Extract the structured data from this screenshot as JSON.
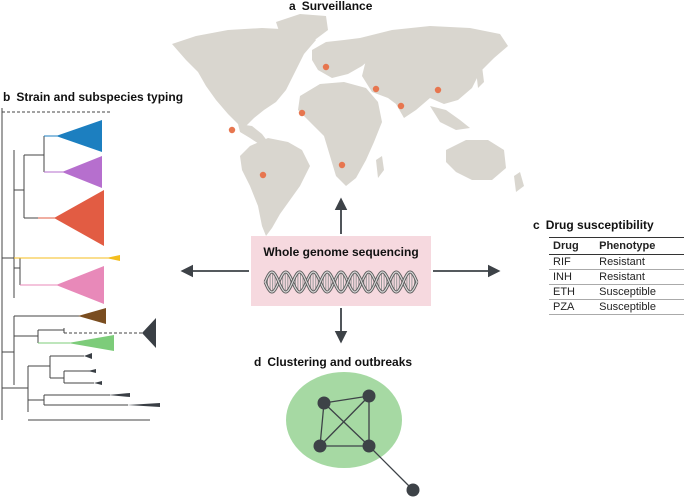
{
  "panels": {
    "a": {
      "letter": "a",
      "title": "Surveillance"
    },
    "b": {
      "letter": "b",
      "title": "Strain and subspecies typing"
    },
    "c": {
      "letter": "c",
      "title": "Drug susceptibility"
    },
    "d": {
      "letter": "d",
      "title": "Clustering and outbreaks"
    }
  },
  "center": {
    "title": "Whole genome sequencing"
  },
  "drug_table": {
    "headers": [
      "Drug",
      "Phenotype"
    ],
    "rows": [
      [
        "RIF",
        "Resistant"
      ],
      [
        "INH",
        "Resistant"
      ],
      [
        "ETH",
        "Susceptible"
      ],
      [
        "PZA",
        "Susceptible"
      ]
    ]
  },
  "colors": {
    "map_land": "#d9d6cf",
    "map_dot": "#e7764f",
    "wgs_box": "#f6d9df",
    "cluster_fill": "#a6d9a3",
    "node": "#3d4247",
    "arrow": "#3d4247",
    "clade_blue": "#1c7fc0",
    "clade_purple": "#b66fce",
    "clade_red": "#e25c43",
    "clade_yellow": "#f4be1e",
    "clade_pink": "#e889b9",
    "clade_brown": "#7a4d20",
    "clade_green": "#7dcc7a",
    "clade_dark": "#3a3f45"
  }
}
